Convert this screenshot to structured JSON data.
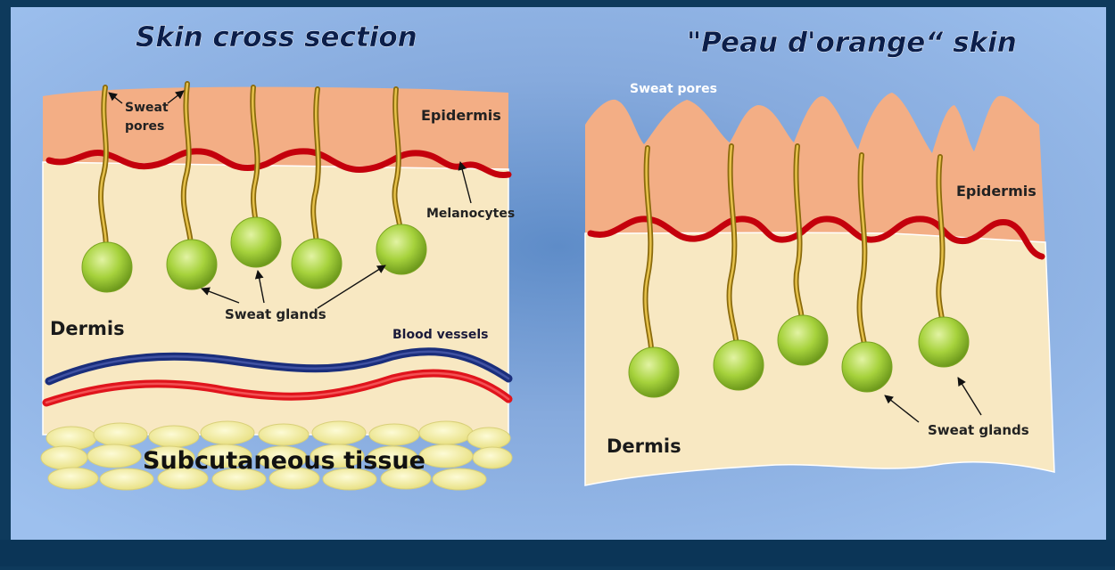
{
  "left_panel": {
    "title": "Skin cross section",
    "labels": {
      "sweat_pores": "Sweat pores",
      "epidermis": "Epidermis",
      "melanocytes": "Melanocytes",
      "sweat_glands": "Sweat glands",
      "dermis": "Dermis",
      "blood_vessels": "Blood vessels",
      "subcutaneous": "Subcutaneous tissue"
    }
  },
  "right_panel": {
    "title": "\"Peau d'orange“ skin",
    "labels": {
      "sweat_pores": "Sweat pores",
      "epidermis": "Epidermis",
      "sweat_glands": "Sweat glands",
      "dermis": "Dermis"
    }
  },
  "colors": {
    "slide_bg": "#0e3a5c",
    "panel_bg": "#8fb3e3",
    "epidermis": "#f3ae85",
    "dermis": "#f8e8c2",
    "melanocyte_line": "#c4000c",
    "vein": "#1a2e7c",
    "artery": "#e0141c",
    "sweat_duct": "#c9a021",
    "gland": "#9ccc33",
    "fat": "#f6f1a0"
  }
}
